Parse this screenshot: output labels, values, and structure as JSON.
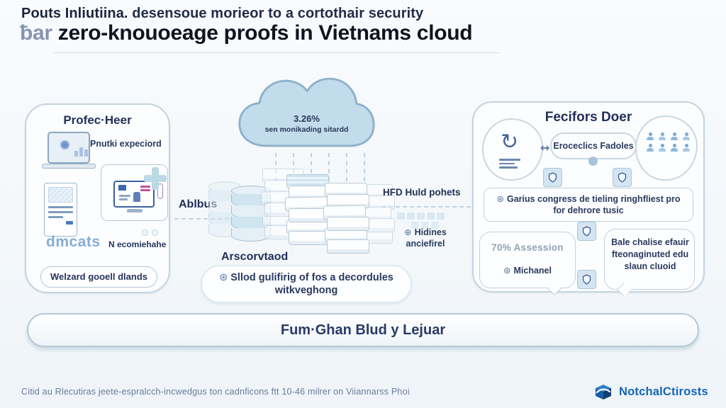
{
  "header": {
    "line1_strong": "Pouts Inliutiina.",
    "line1_rest": "desensoue morieor to a cortothair security",
    "line2_prefix": "ƀar",
    "line2": "zero-knouoeage proofs in Vietnams cloud"
  },
  "left_panel": {
    "title": "Profec·Heer",
    "subtitle": "Pnutki expeciord",
    "brand": "dmcats",
    "brand_note": "N ecomiehahe",
    "button_label": "Welzard gooell dlands"
  },
  "center": {
    "cloud_value": "3.26%",
    "cloud_label": "sen monikading sitardd",
    "bus_label": "Ablbus",
    "stack_label": "Arscorvtaod",
    "blob_text": "Sllod gulifirig of fos a decordules witkveghong",
    "mid_title": "HFD Huld pohets",
    "mid_item": "Hidines anciefirel"
  },
  "right_panel": {
    "title": "Fecifors Doer",
    "pill_label": "Eroceclics Fadoles",
    "note_text": "Garius congress de tieling ringhfliest pro for dehrore tusic",
    "bubble_left_title": "70% Assession",
    "bubble_left_item": "Michanel",
    "bubble_right_text": "Bale chalise efauir fteonaginuted edu slaun cluoid"
  },
  "bottom_bar": {
    "label": "Fum·Ghan Blud y Lejuar"
  },
  "footer": {
    "caption": "Citid au Rlecutiras jeete-espralcch-incwedgus ton cadnficons ftt 10-46 milrer on Viiannarss Phoi",
    "brand": "NotchalCtirosts"
  },
  "icons": {
    "asterisk_bullet": "⊛",
    "plus_bullet": "⊕",
    "sync": "↻",
    "arrows": "↔"
  },
  "colors": {
    "title_navy": "#10141f",
    "text_navy": "#2a3a5e",
    "accent_blue": "#1565b5",
    "cloud_fill": "#c2dcec",
    "panel_border": "#c6d3de",
    "muted_slate": "#6b7a9c"
  }
}
